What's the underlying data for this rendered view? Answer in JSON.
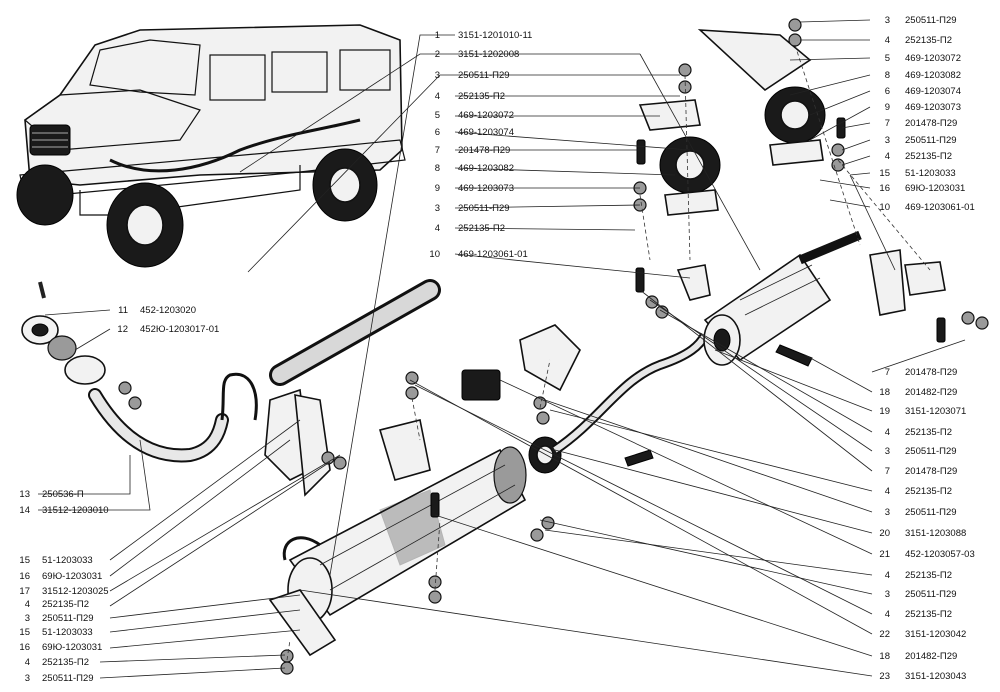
{
  "callouts": [
    {
      "num": "1",
      "code": "3151-1201010-11"
    },
    {
      "num": "2",
      "code": "3151-1202008"
    },
    {
      "num": "3",
      "code": "250511-П29"
    },
    {
      "num": "4",
      "code": "252135-П2"
    },
    {
      "num": "5",
      "code": "469-1203072"
    },
    {
      "num": "6",
      "code": "469-1203074"
    },
    {
      "num": "7",
      "code": "201478-П29"
    },
    {
      "num": "8",
      "code": "469-1203082"
    },
    {
      "num": "9",
      "code": "469-1203073"
    },
    {
      "num": "3",
      "code": "250511-П29"
    },
    {
      "num": "4",
      "code": "252135-П2"
    },
    {
      "num": "10",
      "code": "469-1203061-01"
    },
    {
      "num": "11",
      "code": "452-1203020"
    },
    {
      "num": "12",
      "code": "452Ю-1203017-01"
    },
    {
      "num": "13",
      "code": "250536-П"
    },
    {
      "num": "14",
      "code": "31512-1203010"
    },
    {
      "num": "15",
      "code": "51-1203033"
    },
    {
      "num": "16",
      "code": "69Ю-1203031"
    },
    {
      "num": "17",
      "code": "31512-1203025"
    },
    {
      "num": "4",
      "code": "252135-П2"
    },
    {
      "num": "3",
      "code": "250511-П29"
    },
    {
      "num": "15",
      "code": "51-1203033"
    },
    {
      "num": "16",
      "code": "69Ю-1203031"
    },
    {
      "num": "4",
      "code": "252135-П2"
    },
    {
      "num": "3",
      "code": "250511-П29"
    },
    {
      "num": "3",
      "code": "250511-П29"
    },
    {
      "num": "4",
      "code": "252135-П2"
    },
    {
      "num": "5",
      "code": "469-1203072"
    },
    {
      "num": "8",
      "code": "469-1203082"
    },
    {
      "num": "6",
      "code": "469-1203074"
    },
    {
      "num": "9",
      "code": "469-1203073"
    },
    {
      "num": "7",
      "code": "201478-П29"
    },
    {
      "num": "3",
      "code": "250511-П29"
    },
    {
      "num": "4",
      "code": "252135-П2"
    },
    {
      "num": "15",
      "code": "51-1203033"
    },
    {
      "num": "16",
      "code": "69Ю-1203031"
    },
    {
      "num": "10",
      "code": "469-1203061-01"
    },
    {
      "num": "7",
      "code": "201478-П29"
    },
    {
      "num": "18",
      "code": "201482-П29"
    },
    {
      "num": "19",
      "code": "3151-1203071"
    },
    {
      "num": "4",
      "code": "252135-П2"
    },
    {
      "num": "3",
      "code": "250511-П29"
    },
    {
      "num": "7",
      "code": "201478-П29"
    },
    {
      "num": "4",
      "code": "252135-П2"
    },
    {
      "num": "3",
      "code": "250511-П29"
    },
    {
      "num": "20",
      "code": "3151-1203088"
    },
    {
      "num": "21",
      "code": "452-1203057-03"
    },
    {
      "num": "4",
      "code": "252135-П2"
    },
    {
      "num": "3",
      "code": "250511-П29"
    },
    {
      "num": "4",
      "code": "252135-П2"
    },
    {
      "num": "22",
      "code": "3151-1203042"
    },
    {
      "num": "18",
      "code": "201482-П29"
    },
    {
      "num": "23",
      "code": "3151-1203043"
    }
  ]
}
